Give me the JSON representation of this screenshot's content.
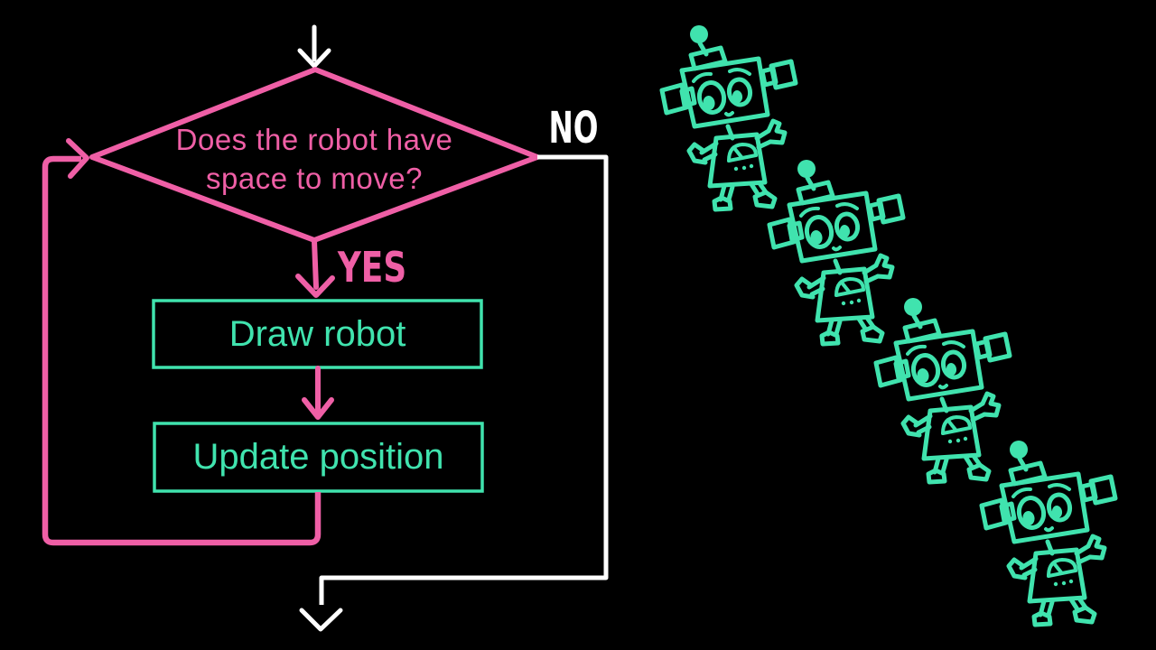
{
  "colors": {
    "pink": "#ef5fa6",
    "teal": "#40e3ae",
    "white": "#ffffff",
    "background": "#000000"
  },
  "flowchart": {
    "decision": {
      "question_line1": "Does the robot have",
      "question_line2": "space to move?"
    },
    "branches": {
      "no_label": "NO",
      "yes_label": "YES"
    },
    "steps": [
      {
        "label": "Draw robot"
      },
      {
        "label": "Update position"
      }
    ]
  },
  "illustration": {
    "robot_count": 4,
    "style": "hand-drawn teal sketch robots in a diagonal line"
  }
}
